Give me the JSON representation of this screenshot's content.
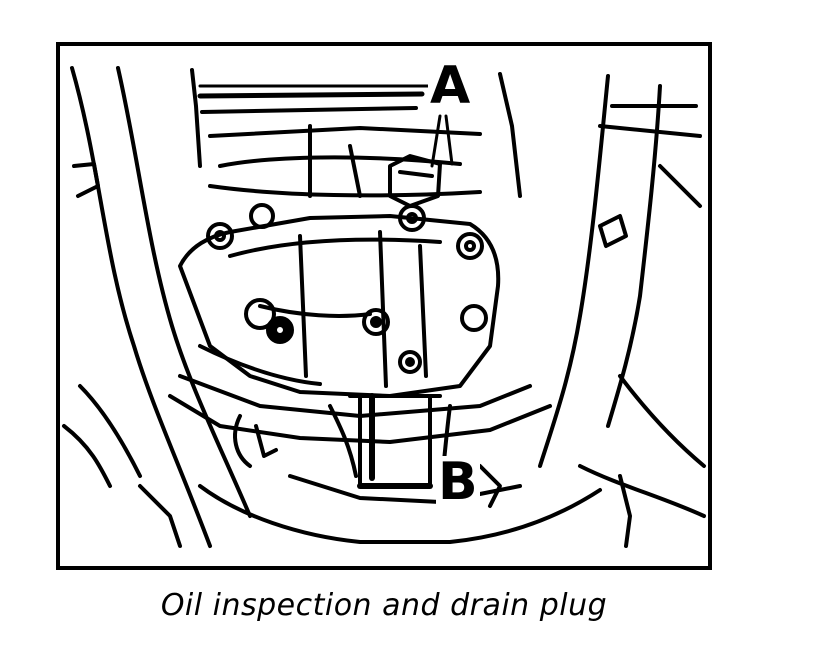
{
  "figure": {
    "callouts": {
      "a": "A",
      "b": "B"
    },
    "caption": "Oil inspection and drain plug"
  },
  "colors": {
    "line": "#000000",
    "background": "#ffffff"
  }
}
